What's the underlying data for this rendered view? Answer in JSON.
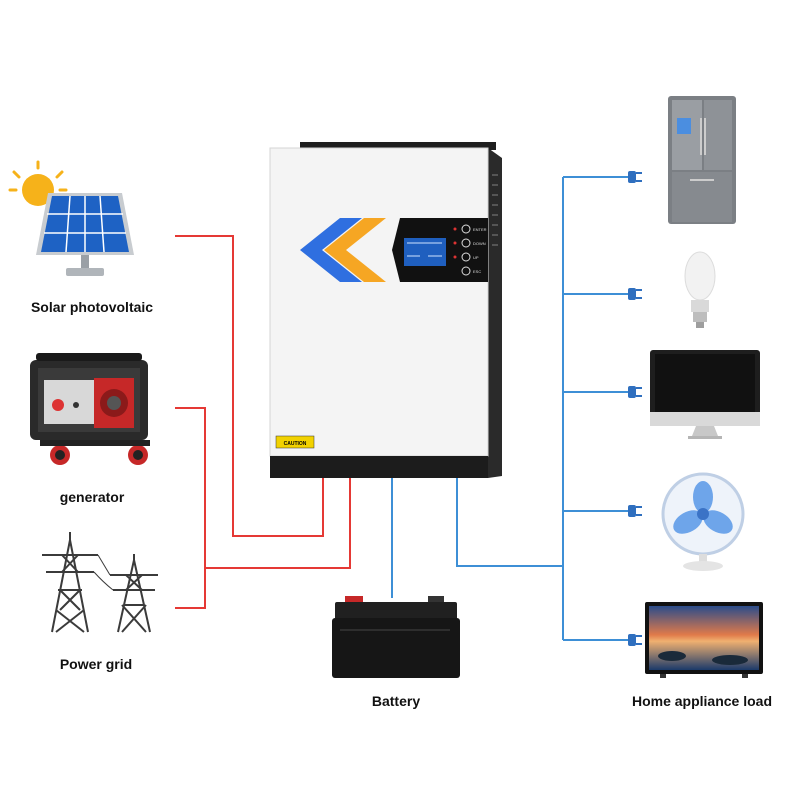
{
  "sources": [
    {
      "label": "Solar photovoltaic",
      "icon": "solar-panel-icon"
    },
    {
      "label": "generator",
      "icon": "generator-icon"
    },
    {
      "label": "Power grid",
      "icon": "power-tower-icon"
    }
  ],
  "inverter": {
    "icon": "inverter-icon",
    "buttons": [
      "ENTER",
      "DOWN",
      "UP",
      "ESC"
    ],
    "caution": "CAUTION"
  },
  "battery": {
    "label": "Battery",
    "icon": "battery-icon"
  },
  "loads": {
    "label": "Home appliance load",
    "items": [
      "refrigerator-icon",
      "light-bulb-icon",
      "monitor-icon",
      "fan-icon",
      "tv-icon"
    ]
  },
  "colors": {
    "ac_line": "#e53935",
    "dc_line": "#3d8fd6",
    "brand_blue": "#2f6fe0",
    "brand_orange": "#f6a623"
  }
}
